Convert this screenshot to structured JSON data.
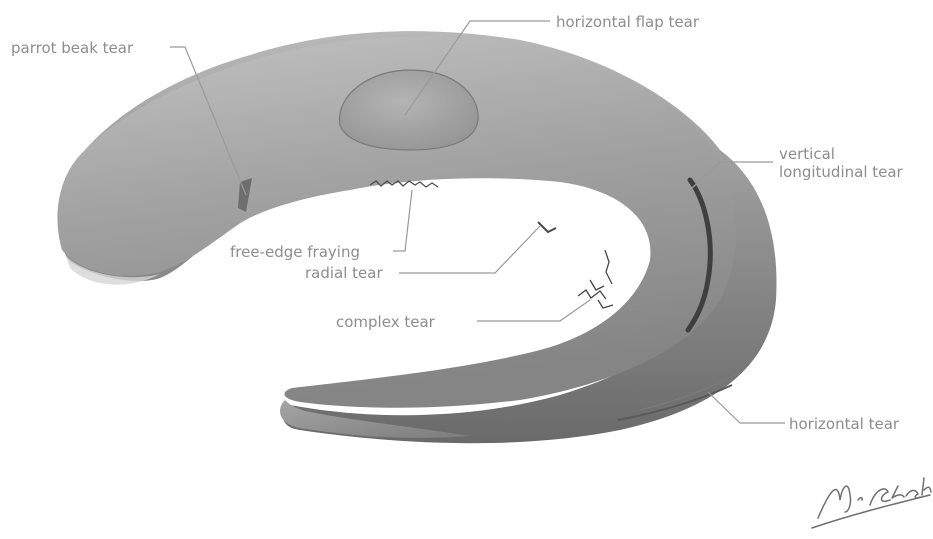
{
  "labels": {
    "parrot_beak": "parrot beak tear",
    "horizontal_flap": "horizontal flap tear",
    "vertical_longitudinal_1": "vertical",
    "vertical_longitudinal_2": "longitudinal tear",
    "free_edge": "free-edge fraying",
    "radial": "radial tear",
    "complex": "complex tear",
    "horizontal": "horizontal tear"
  },
  "signature": "M. Skalski",
  "colors": {
    "label_text": "#8d8d8d",
    "leader_line": "#9a9a9a",
    "meniscus_base": "#9c9c9c",
    "meniscus_highlight": "#c4c4c4",
    "meniscus_shadow": "#5e5e5e",
    "background": "#ffffff"
  }
}
